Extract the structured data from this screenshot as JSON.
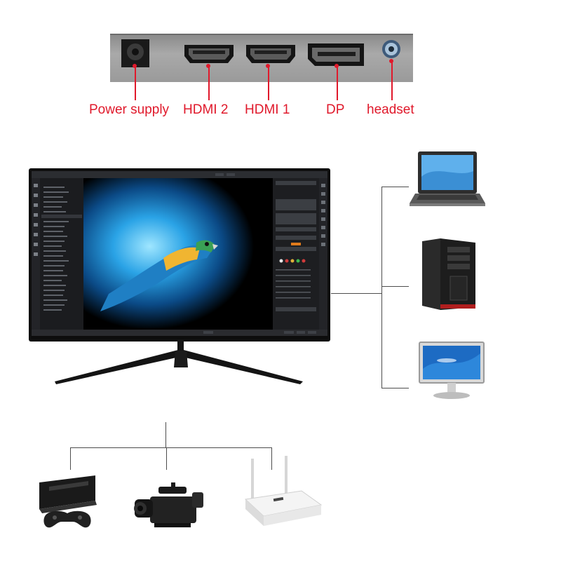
{
  "ports": {
    "power_supply": "Power supply",
    "hdmi2": "HDMI 2",
    "hdmi1": "HDMI 1",
    "dp": "DP",
    "headset": "headset"
  },
  "colors": {
    "label_red": "#e0192b",
    "panel_gray": "#9a9a9a",
    "monitor_black": "#0d0d0d",
    "connector_gray": "#4d4d4d"
  },
  "devices": {
    "right": [
      "laptop-icon",
      "desktop-tower-icon",
      "desktop-monitor-icon"
    ],
    "bottom": [
      "game-console-icon",
      "camcorder-icon",
      "wifi-router-icon"
    ]
  }
}
